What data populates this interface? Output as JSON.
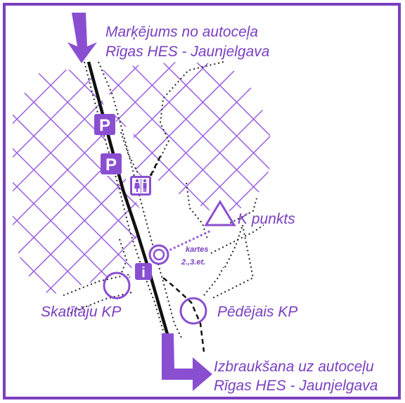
{
  "labels": {
    "entry_line1": "Marķējums no autoceļa",
    "entry_line2": "Rīgas HES - Jaunjelgava",
    "exit_line1": "Izbraukšana uz autoceļu",
    "exit_line2": "Rīgas HES - Jaunjelgava",
    "k_punkts": "K punkts",
    "kartes_line1": "kartes",
    "kartes_line2": "2.,3.et.",
    "skatitaju_kp": "Skatītāju KP",
    "pedejais_kp": "Pēdējais KP"
  },
  "symbols": {
    "parking_1": "P",
    "parking_2": "P",
    "info": "i"
  },
  "icons": {
    "entry": "arrow-down-icon",
    "exit": "arrow-right-icon",
    "parking": "parking-icon",
    "toilet": "toilet-icon",
    "info": "info-icon",
    "checkpoint": "circle-icon",
    "control_point": "triangle-icon"
  },
  "colors": {
    "accent": "#8a4fd1",
    "road": "#111111",
    "frame": "#7a3fc0"
  }
}
